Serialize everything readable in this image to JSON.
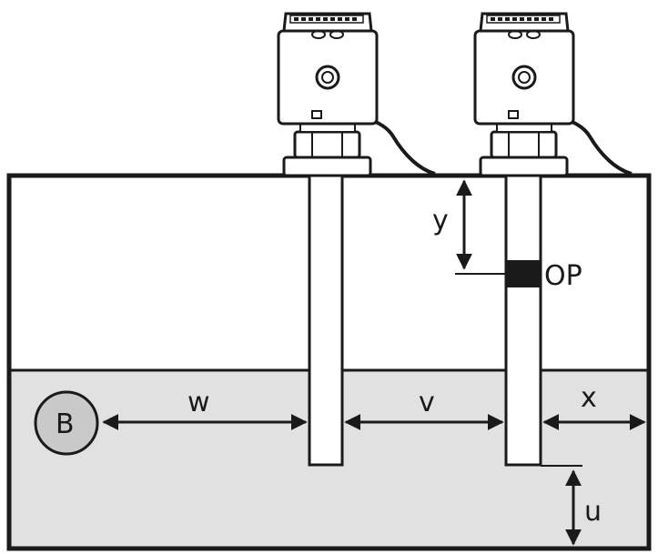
{
  "colors": {
    "line": "#1a1a1a",
    "liquid": "#e1e1e1",
    "ball": "#c9c9c9",
    "housing": "#ffffff",
    "operating_point": "#1a1a1a"
  },
  "labels": {
    "ball": "B",
    "w": "w",
    "v": "v",
    "x": "x",
    "y": "y",
    "u": "u",
    "op": "OP"
  },
  "icons": {
    "sensor_left": "level-sensor-icon",
    "sensor_right": "level-sensor-icon"
  }
}
